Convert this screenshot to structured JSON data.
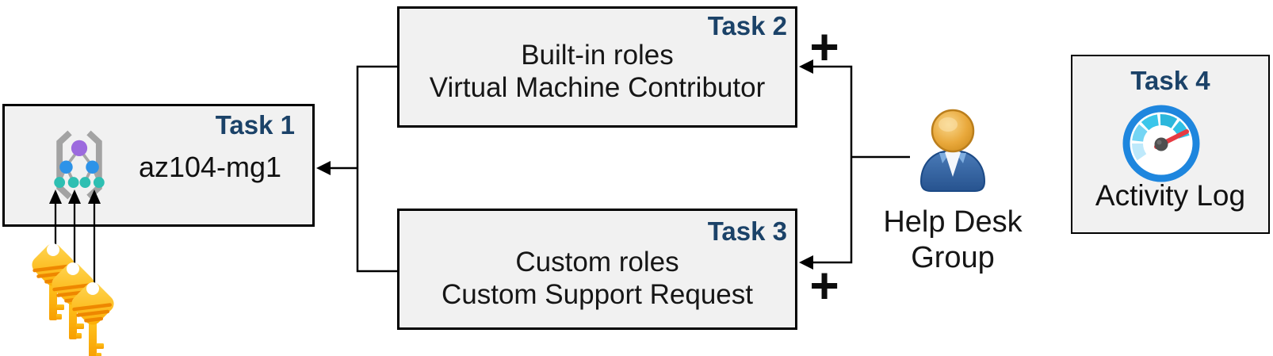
{
  "task1": {
    "label": "Task 1",
    "title": "az104-mg1",
    "icon": "management-group-icon"
  },
  "task2": {
    "label": "Task 2",
    "line1": "Built-in roles",
    "line2": "Virtual Machine Contributor"
  },
  "task3": {
    "label": "Task 3",
    "line1": "Custom roles",
    "line2": "Custom Support Request"
  },
  "task4": {
    "label": "Task 4",
    "title": "Activity Log",
    "icon": "activity-log-gauge-icon"
  },
  "helpdesk": {
    "label": "Help Desk Group",
    "icon": "person-icon"
  },
  "annotations": {
    "plus_top": "+",
    "plus_bottom": "+"
  },
  "keys": {
    "icon": "key-icon",
    "count": 3
  },
  "colors": {
    "task_label_blue": "#1B4268",
    "box_fill": "#F1F1F1",
    "box_border": "#000000",
    "connector": "#000000",
    "key_gold_light": "#FFD957",
    "key_gold_dark": "#FBAB00",
    "key_stripe": "#EE8700",
    "mg_bracket_gray": "#A3A3A3",
    "mg_node_purple": "#9C6ADE",
    "mg_node_blue": "#2D93E8",
    "mg_node_teal": "#2EBFB2",
    "person_body_blue": "#2F5E9E",
    "person_head_gold": "#E9A93C",
    "gauge_ring_blue": "#1E86DE",
    "gauge_needle_red": "#E63B42",
    "gauge_segments": [
      "#BEE9FB",
      "#74D5F4",
      "#3BC6EA",
      "#2CB7DC",
      "#31C0E4"
    ]
  }
}
